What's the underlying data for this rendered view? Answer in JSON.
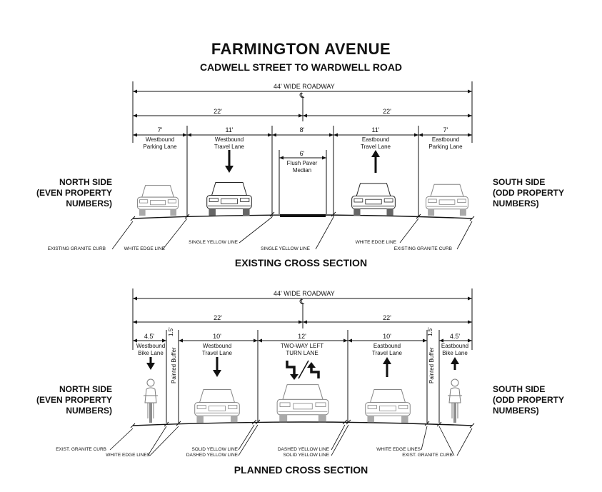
{
  "title": "FARMINGTON AVENUE",
  "subtitle": "CADWELL STREET TO WARDWELL ROAD",
  "existing": {
    "caption": "EXISTING CROSS SECTION",
    "total_dim": "44' WIDE ROADWAY",
    "centerline": "℄",
    "half_left": "22'",
    "half_right": "22'",
    "lane_dims": [
      "7'",
      "11'",
      "8'",
      "11'",
      "7'"
    ],
    "median_dim": "6'",
    "lanes": [
      "Westbound\nParking Lane",
      "Westbound\nTravel Lane",
      "Eastbound\nTravel Lane",
      "Eastbound\nParking Lane"
    ],
    "median_label": "Flush Paver\nMedian",
    "north_side": "NORTH SIDE\n(EVEN PROPERTY\nNUMBERS)",
    "south_side": "SOUTH SIDE\n(ODD PROPERTY\nNUMBERS)",
    "callouts": [
      "EXISTING GRANITE CURB",
      "WHITE EDGE LINE",
      "SINGLE YELLOW LINE",
      "SINGLE YELLOW LINE",
      "WHITE EDGE LINE",
      "EXISTING GRANITE CURB"
    ]
  },
  "planned": {
    "caption": "PLANNED CROSS SECTION",
    "total_dim": "44' WIDE ROADWAY",
    "centerline": "℄",
    "half_left": "22'",
    "half_right": "22'",
    "lane_dims": [
      "4.5'",
      "1.5'",
      "10'",
      "12'",
      "10'",
      "1.5'",
      "4.5'"
    ],
    "lanes": [
      "Westbound\nBike Lane",
      "Westbound\nTravel Lane",
      "TWO-WAY LEFT\nTURN LANE",
      "Eastbound\nTravel Lane",
      "Eastbound\nBike Lane"
    ],
    "buffer_label": "Painted Buffer",
    "north_side": "NORTH SIDE\n(EVEN PROPERTY\nNUMBERS)",
    "south_side": "SOUTH SIDE\n(ODD PROPERTY\nNUMBERS)",
    "callouts": [
      "EXIST. GRANITE CURB",
      "WHITE EDGE LINES",
      "SOLID YELLOW LINE",
      "DASHED YELLOW LINE",
      "DASHED YELLOW LINE",
      "SOLID YELLOW LINE",
      "WHITE EDGE LINES",
      "EXIST. GRANITE CURB"
    ]
  }
}
